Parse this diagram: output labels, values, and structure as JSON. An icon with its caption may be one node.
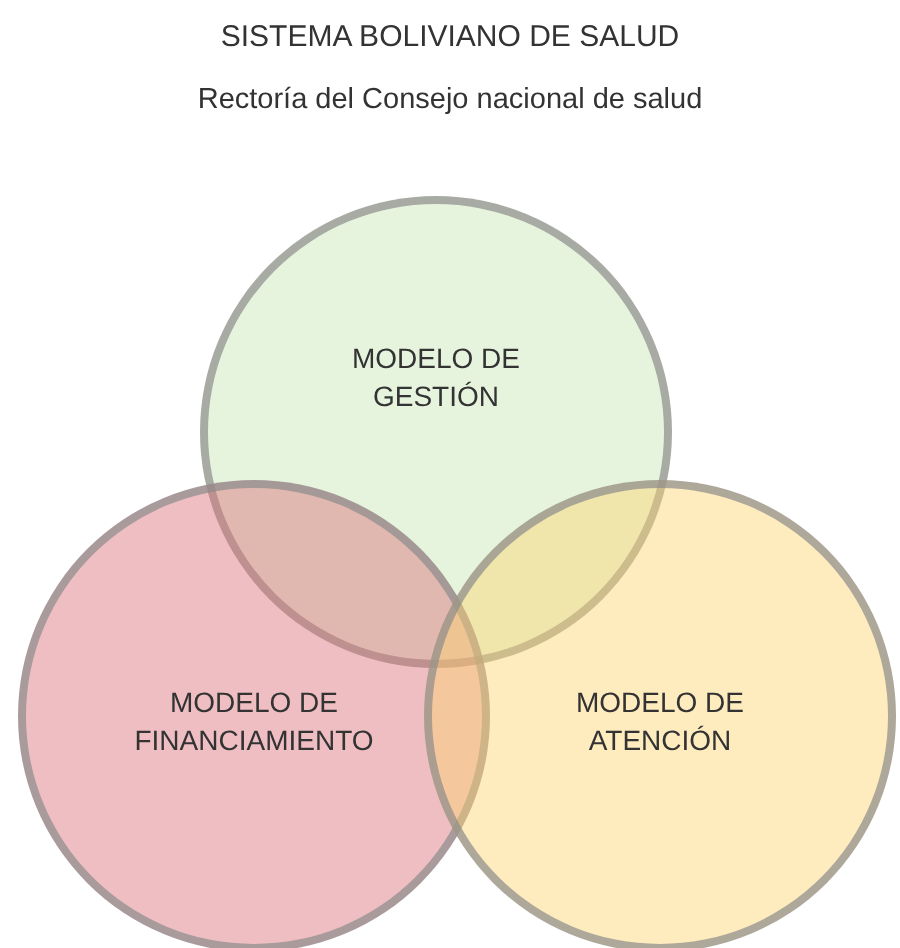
{
  "diagram": {
    "title": "SISTEMA BOLIVIANO DE SALUD",
    "nodes": [
      {
        "text": [
          "MODELO DE GESTIÓN"
        ]
      },
      {
        "text": [
          "MODELO DE FINANCIAMIENTO"
        ]
      },
      {
        "text": [
          "MODELO DE ATENCIÓN"
        ]
      }
    ],
    "labels": [
      "Rectoría del Consejo nacional de salud"
    ]
  }
}
